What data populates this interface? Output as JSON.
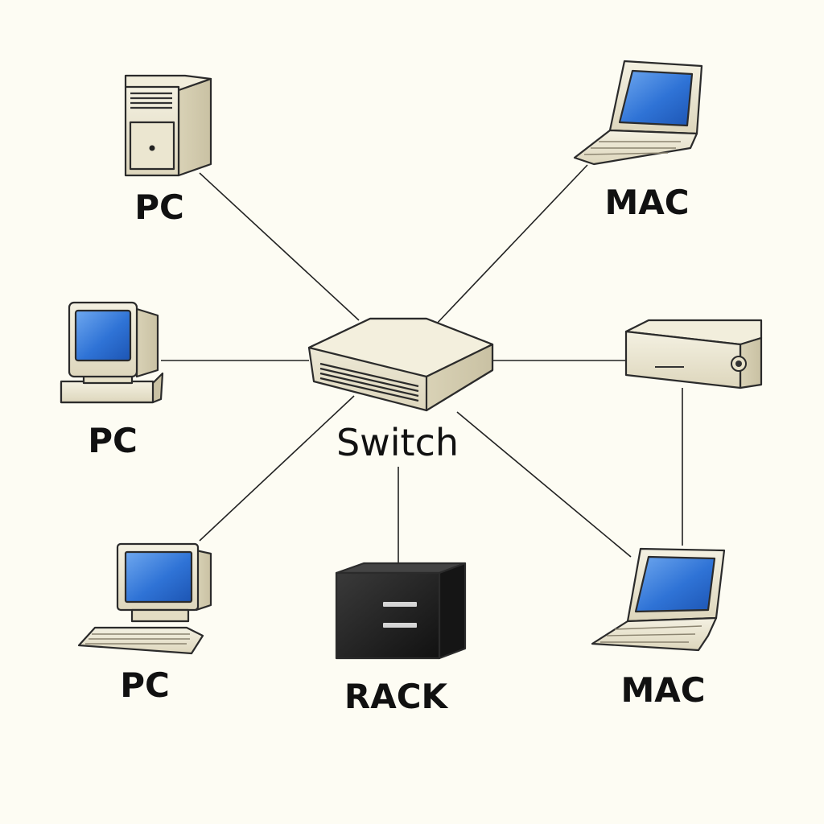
{
  "diagram": {
    "hub": {
      "label": "Switch",
      "icon": "network-switch-icon"
    },
    "nodes": [
      {
        "id": "pc-tower",
        "label": "PC",
        "icon": "tower-pc-icon"
      },
      {
        "id": "pc-crt",
        "label": "PC",
        "icon": "crt-desktop-icon"
      },
      {
        "id": "pc-bottom",
        "label": "PC",
        "icon": "desktop-with-keyboard-icon"
      },
      {
        "id": "rack",
        "label": "RACK",
        "icon": "server-rack-icon"
      },
      {
        "id": "mac-top",
        "label": "MAC",
        "icon": "laptop-icon"
      },
      {
        "id": "storage",
        "label": "",
        "icon": "storage-box-icon"
      },
      {
        "id": "mac-bottom",
        "label": "MAC",
        "icon": "laptop-icon"
      }
    ],
    "links": [
      [
        "switch",
        "pc-tower"
      ],
      [
        "switch",
        "pc-crt"
      ],
      [
        "switch",
        "pc-bottom"
      ],
      [
        "switch",
        "rack"
      ],
      [
        "switch",
        "mac-top"
      ],
      [
        "switch",
        "storage"
      ],
      [
        "switch",
        "mac-bottom"
      ],
      [
        "storage",
        "mac-bottom"
      ]
    ]
  },
  "colors": {
    "background": "#fdfcf3",
    "device_body": "#ece7d2",
    "screen_blue": "#2f73d6",
    "rack_black": "#1c1c1c",
    "line": "#222222"
  }
}
